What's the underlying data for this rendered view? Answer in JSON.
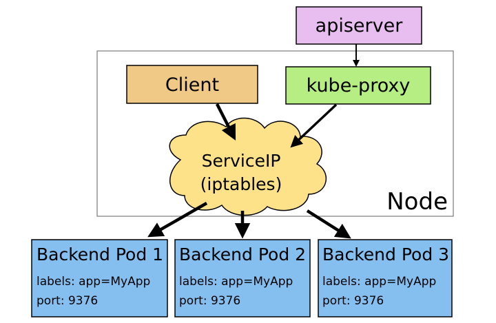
{
  "colors": {
    "apiserver": "#e8bef0",
    "client": "#f0c987",
    "kube_proxy": "#b6ee84",
    "cloud": "#fde28a",
    "pod": "#84bff0",
    "stroke": "#000000",
    "node_border": "#7a7a7a"
  },
  "apiserver": {
    "label": "apiserver"
  },
  "node": {
    "label": "Node"
  },
  "client": {
    "label": "Client"
  },
  "kube_proxy": {
    "label": "kube-proxy"
  },
  "service": {
    "line1": "ServiceIP",
    "line2": "(iptables)"
  },
  "pods": [
    {
      "title": "Backend Pod 1",
      "labels": "labels: app=MyApp",
      "port": "port: 9376"
    },
    {
      "title": "Backend Pod 2",
      "labels": "labels: app=MyApp",
      "port": "port: 9376"
    },
    {
      "title": "Backend Pod 3",
      "labels": "labels: app=MyApp",
      "port": "port: 9376"
    }
  ]
}
